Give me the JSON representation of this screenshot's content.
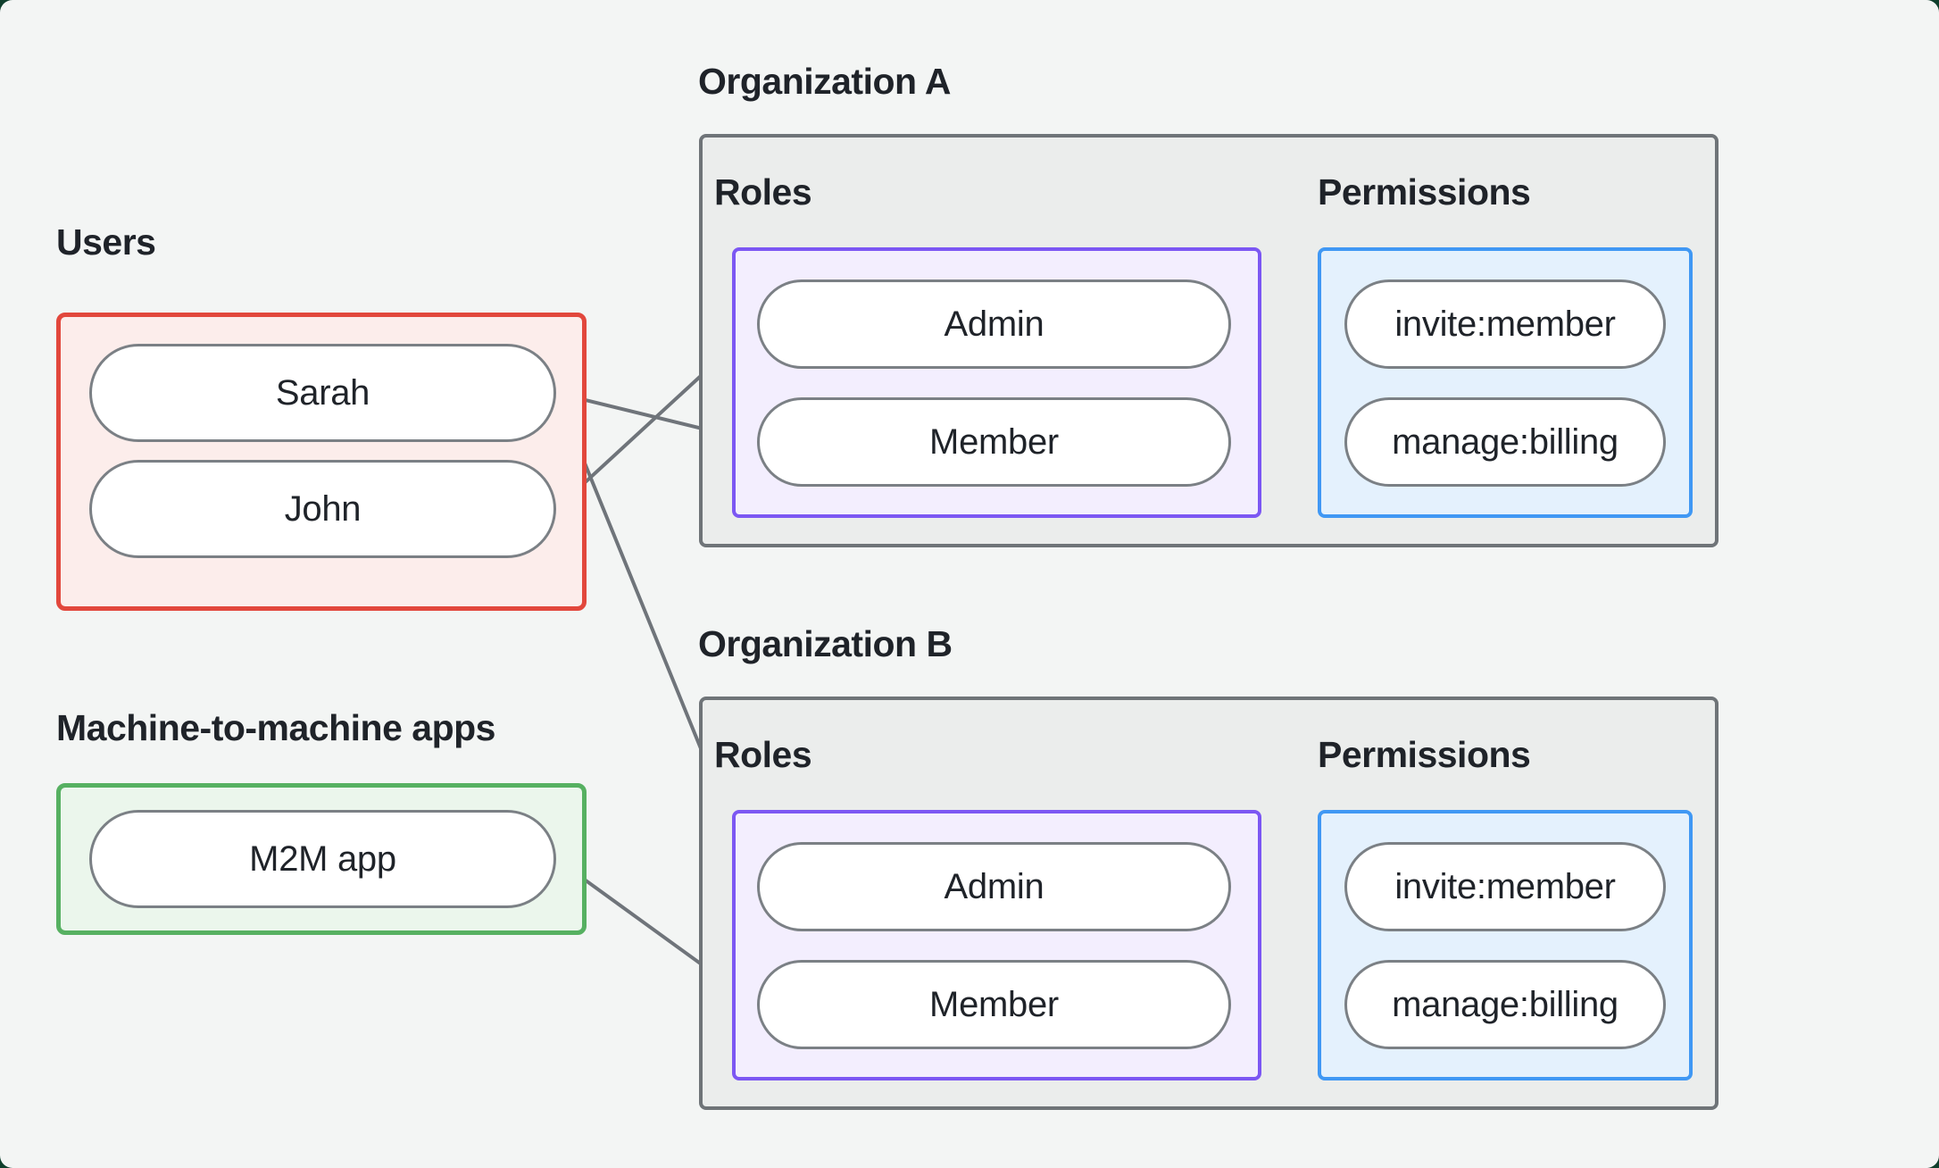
{
  "page": {
    "background_outside": "#0f3f2c",
    "canvas_background": "#f3f5f4"
  },
  "user_group": {
    "label": "Users",
    "items": [
      "Sarah",
      "John"
    ]
  },
  "m2m_group": {
    "label": "Machine-to-machine apps",
    "items": [
      "M2M app"
    ]
  },
  "orgs": [
    {
      "title": "Organization A",
      "roles_label": "Roles",
      "permissions_label": "Permissions",
      "roles": [
        "Admin",
        "Member"
      ],
      "permissions": [
        "invite:member",
        "manage:billing"
      ]
    },
    {
      "title": "Organization B",
      "roles_label": "Roles",
      "permissions_label": "Permissions",
      "roles": [
        "Admin",
        "Member"
      ],
      "permissions": [
        "invite:member",
        "manage:billing"
      ]
    }
  ],
  "connections": [
    {
      "from": "john",
      "to": "orgA-admin"
    },
    {
      "from": "sarah",
      "to": "orgA-member"
    },
    {
      "from": "sarah",
      "to": "orgB-admin"
    },
    {
      "from": "m2m-app",
      "to": "orgB-member"
    },
    {
      "from": "orgA-admin",
      "to": "orgA-invite-member"
    },
    {
      "from": "orgA-admin",
      "to": "orgA-manage-billing"
    },
    {
      "from": "orgA-member",
      "to": "orgA-manage-billing"
    },
    {
      "from": "orgB-admin",
      "to": "orgB-invite-member"
    },
    {
      "from": "orgB-admin",
      "to": "orgB-manage-billing"
    },
    {
      "from": "orgB-member",
      "to": "orgB-manage-billing"
    }
  ],
  "styles": {
    "users_accent": "#e2473c",
    "users_fill": "#fcedeb",
    "m2m_accent": "#56b061",
    "m2m_fill": "#ebf6ec",
    "roles_accent": "#7c57f3",
    "roles_fill": "#f3eefe",
    "permissions_accent": "#4098f4",
    "permissions_fill": "#e4f1fd",
    "org_fill": "#ebedec",
    "org_border": "#6f7478",
    "line_color": "#6f747a",
    "pill_border": "#7b8085",
    "text_color": "#1f2329"
  }
}
